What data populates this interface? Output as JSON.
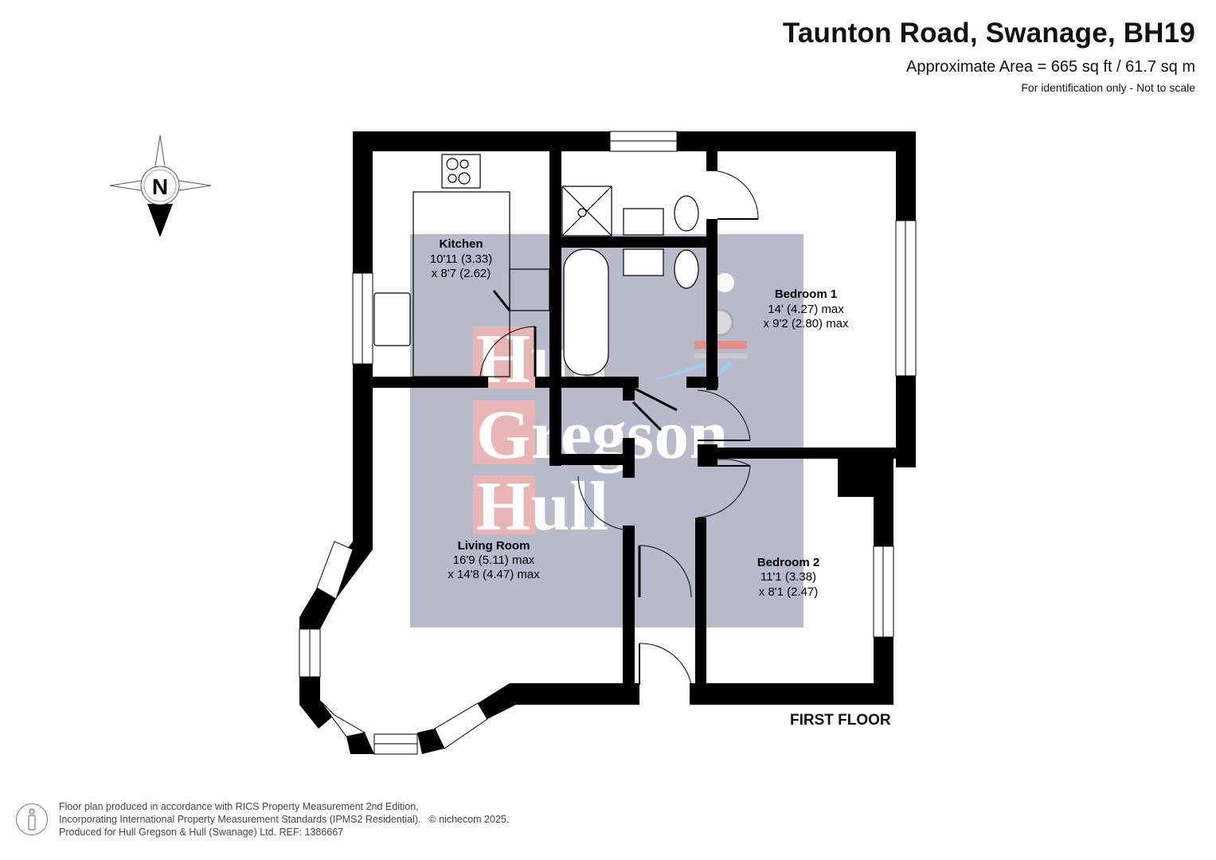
{
  "header": {
    "title": "Taunton Road, Swanage, BH19",
    "area": "Approximate Area = 665 sq ft / 61.7 sq m",
    "note": "For identification only - Not to scale"
  },
  "compass": {
    "label": "N",
    "icon": "north-compass-icon"
  },
  "rooms": [
    {
      "name": "Kitchen",
      "dim1": "10'11 (3.33)",
      "dim2": "x 8'7 (2.62)"
    },
    {
      "name": "Bedroom 1",
      "dim1": "14' (4.27) max",
      "dim2": "x 9'2 (2.80) max"
    },
    {
      "name": "Living Room",
      "dim1": "16'9 (5.11) max",
      "dim2": "x 14'8 (4.47) max"
    },
    {
      "name": "Bedroom 2",
      "dim1": "11'1 (3.38)",
      "dim2": "x 8'1 (2.47)"
    }
  ],
  "floor_label": "FIRST FLOOR",
  "watermark": {
    "lines": [
      "Hull",
      "Gregson",
      "Hull"
    ],
    "initial_bg": "#e9b4b4",
    "overlay_color": "#b9b9cc"
  },
  "footer": {
    "line1": "Floor plan produced in accordance with RICS Property Measurement 2nd Edition,",
    "line2": "Incorporating International Property Measurement Standards (IPMS2 Residential).",
    "line3": "Produced for Hull Gregson & Hull (Swanage) Ltd.   REF:  1386667",
    "copyright": "© nichecom 2025."
  },
  "colors": {
    "wall": "#000000",
    "overlay": "#b9b9cc",
    "watermark_red": "#e9b4b4"
  }
}
